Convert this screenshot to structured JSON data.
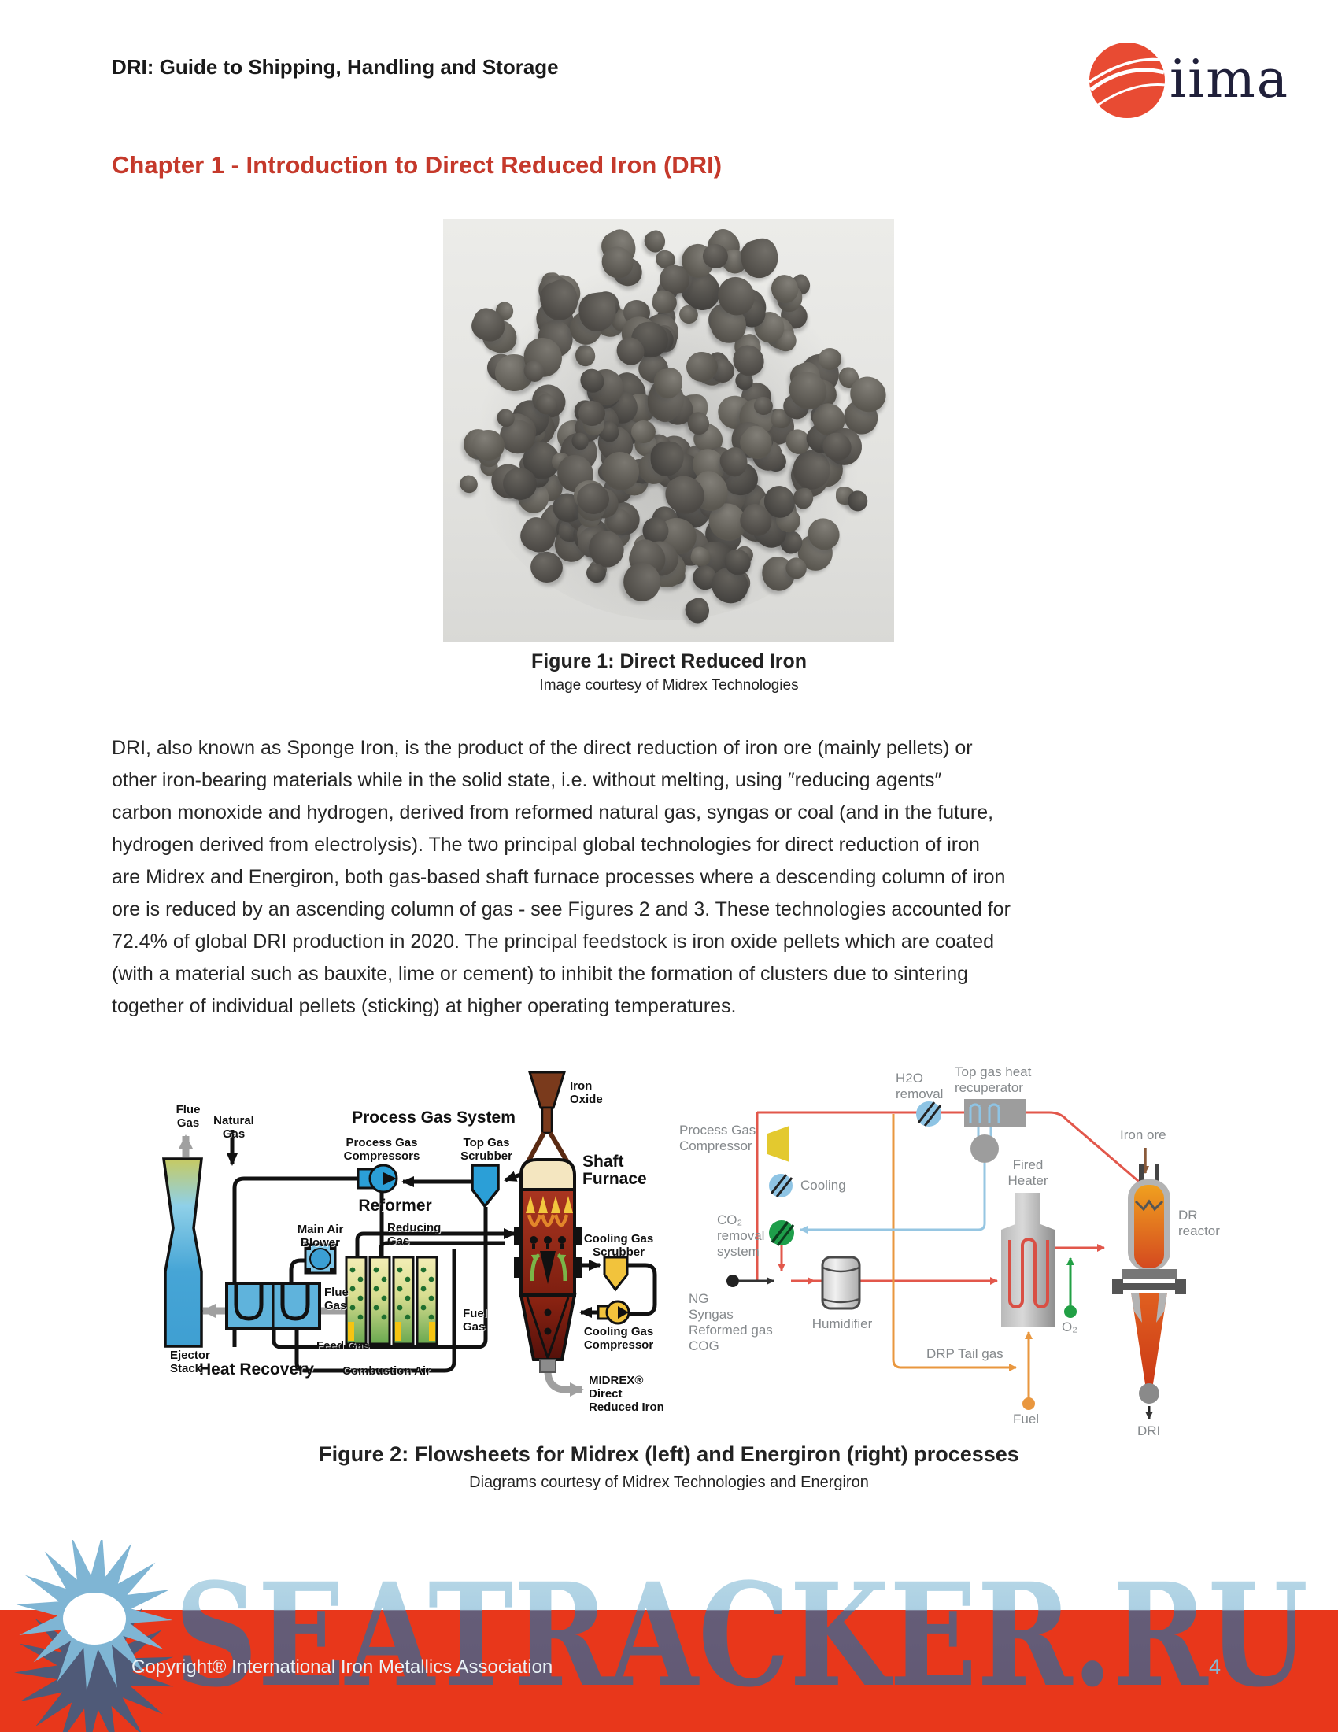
{
  "page": {
    "header_title": "DRI: Guide to Shipping, Handling and Storage",
    "chapter_title": "Chapter 1 - Introduction to Direct Reduced Iron (DRI)"
  },
  "logo": {
    "text": "iima"
  },
  "figure1": {
    "caption": "Figure 1: Direct Reduced Iron",
    "credit": "Image courtesy of Midrex Technologies"
  },
  "body": {
    "lines": [
      "DRI, also known as Sponge Iron, is the product of the direct reduction of iron ore (mainly pellets) or",
      "other iron-bearing materials while in the solid state, i.e. without melting, using ″reducing agents″",
      "carbon monoxide and hydrogen, derived from reformed natural gas, syngas or coal (and in the future,",
      "hydrogen derived from electrolysis). The two principal global technologies for direct reduction of iron",
      "are Midrex and Energiron, both gas-based shaft furnace processes where a descending column of iron",
      "ore is reduced by an ascending column of gas - see Figures 2 and 3. These technologies accounted for",
      "72.4% of global DRI production in 2020. The principal feedstock is iron oxide pellets which are coated",
      "(with a material such as bauxite, lime or cement) to inhibit the formation of clusters due to sintering",
      "together of individual pellets (sticking) at higher operating temperatures."
    ]
  },
  "figure2": {
    "caption": "Figure 2: Flowsheets for Midrex (left) and Energiron (right) processes",
    "credit": "Diagrams courtesy of Midrex Technologies and Energiron",
    "midrex": {
      "heading_process_gas_system": "Process Gas System",
      "heading_reformer": "Reformer",
      "heading_shaft_furnace": "Shaft Furnace",
      "heading_heat_recovery": "Heat Recovery",
      "flue_gas_top": "Flue Gas",
      "natural_gas": "Natural Gas",
      "process_gas_compressors": "Process Gas Compressors",
      "top_gas_scrubber": "Top Gas Scrubber",
      "iron_oxide": "Iron Oxide",
      "reducing_gas": "Reducing Gas",
      "main_air_blower": "Main Air Blower",
      "flue_gas_mid": "Flue Gas",
      "feed_gas": "Feed Gas",
      "fuel_gas": "Fuel Gas",
      "combustion_air": "Combustion Air",
      "ejector_stack": "Ejector Stack",
      "cooling_gas_scrubber": "Cooling Gas Scrubber",
      "cooling_gas_compressor": "Cooling Gas Compressor",
      "midrex_dri": "MIDREX® Direct Reduced Iron"
    },
    "energiron": {
      "h2o_removal": "H2O removal",
      "top_gas_heat_recuperator": "Top gas heat recuperator",
      "process_gas_compressor": "Process Gas Compressor",
      "cooling": "Cooling",
      "co2_removal": "CO₂ removal system",
      "feed_lines": [
        "NG",
        "Syngas",
        "Reformed gas",
        "COG"
      ],
      "humidifier": "Humidifier",
      "fired_heater": "Fired Heater",
      "drp_tail_gas": "DRP Tail gas",
      "fuel": "Fuel",
      "o2": "O₂",
      "iron_ore": "Iron ore",
      "dr_reactor": "DR reactor",
      "dri": "DRI"
    }
  },
  "footer": {
    "copyright": "Copyright® International Iron Metallics Association",
    "page_number": "4"
  },
  "watermark": {
    "text": "SEATRACKER.RU"
  },
  "colors": {
    "accent_red": "#c5392b",
    "logo_red": "#e84b33",
    "footer_band_red": "#e8371b",
    "watermark_top_blue": "#aacfe2",
    "watermark_bottom_slate": "#5c6080",
    "page_number_blue": "#86b7d3"
  }
}
